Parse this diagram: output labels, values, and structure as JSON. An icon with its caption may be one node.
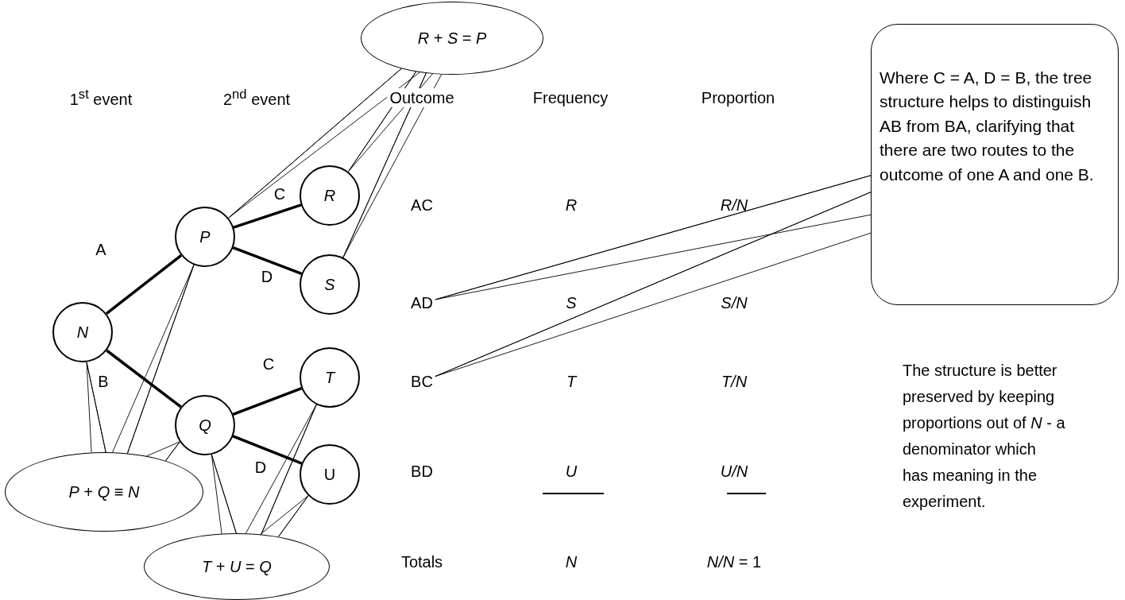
{
  "diagram": {
    "nodes": [
      {
        "text": [
          "*R* + *S* = *P*"
        ]
      },
      {
        "text": [
          "Where C = A, D = B, the tree structure helps to distinguish AB from BA, clarifying that there are two routes to the outcome of one A and one B."
        ]
      },
      {
        "text": [
          "P"
        ]
      },
      {
        "text": [
          "R"
        ]
      },
      {
        "text": [
          "N"
        ]
      },
      {
        "text": [
          "S"
        ]
      },
      {
        "text": [
          "AD"
        ]
      },
      {
        "text": [
          "T"
        ]
      },
      {
        "text": [
          "BC"
        ]
      },
      {
        "text": [
          "Q"
        ]
      },
      {
        "text": [
          "U"
        ]
      },
      {
        "text": [
          "*P* + *Q* ≡ *N*"
        ]
      },
      {
        "text": [
          "*T* + *U* = *Q*"
        ]
      }
    ],
    "edges": [
      {
        "from": 4,
        "to": 2,
        "arrow": "none",
        "label": "A",
        "style": "thick"
      },
      {
        "from": 4,
        "to": 9,
        "arrow": "none",
        "label": "B",
        "style": "thick"
      },
      {
        "from": 2,
        "to": 3,
        "arrow": "none",
        "label": "C",
        "style": "thick"
      },
      {
        "from": 2,
        "to": 5,
        "arrow": "none",
        "label": "D",
        "style": "thick"
      },
      {
        "from": 9,
        "to": 7,
        "arrow": "none",
        "label": "C",
        "style": "thick"
      },
      {
        "from": 9,
        "to": 10,
        "arrow": "none",
        "label": "D",
        "style": "thick"
      },
      {
        "from": 0,
        "to": 2,
        "arrow": "none"
      },
      {
        "from": 0,
        "to": 3,
        "arrow": "none"
      },
      {
        "from": 0,
        "to": 5,
        "arrow": "none"
      },
      {
        "from": 11,
        "to": 4,
        "arrow": "none"
      },
      {
        "from": 11,
        "to": 2,
        "arrow": "none"
      },
      {
        "from": 11,
        "to": 9,
        "arrow": "none"
      },
      {
        "from": 12,
        "to": 9,
        "arrow": "none"
      },
      {
        "from": 12,
        "to": 7,
        "arrow": "none"
      },
      {
        "from": 12,
        "to": 10,
        "arrow": "none"
      },
      {
        "from": 1,
        "to": 6,
        "arrow": "none"
      },
      {
        "from": 1,
        "to": 8,
        "arrow": "none"
      }
    ],
    "labels": [
      "1$^{st}$ event",
      "2$^{nd}$ event",
      "Outcome",
      "Frequency",
      "Proportion",
      "AC",
      "R",
      "R/N",
      "S",
      "S/N",
      "T",
      "T/N",
      "BD",
      "U",
      "U/N",
      "Totals",
      "N",
      "*N/N* = 1",
      "The structure is better preserved by keeping proportions out of *N* - a denominator which has meaning in the experiment."
    ]
  }
}
